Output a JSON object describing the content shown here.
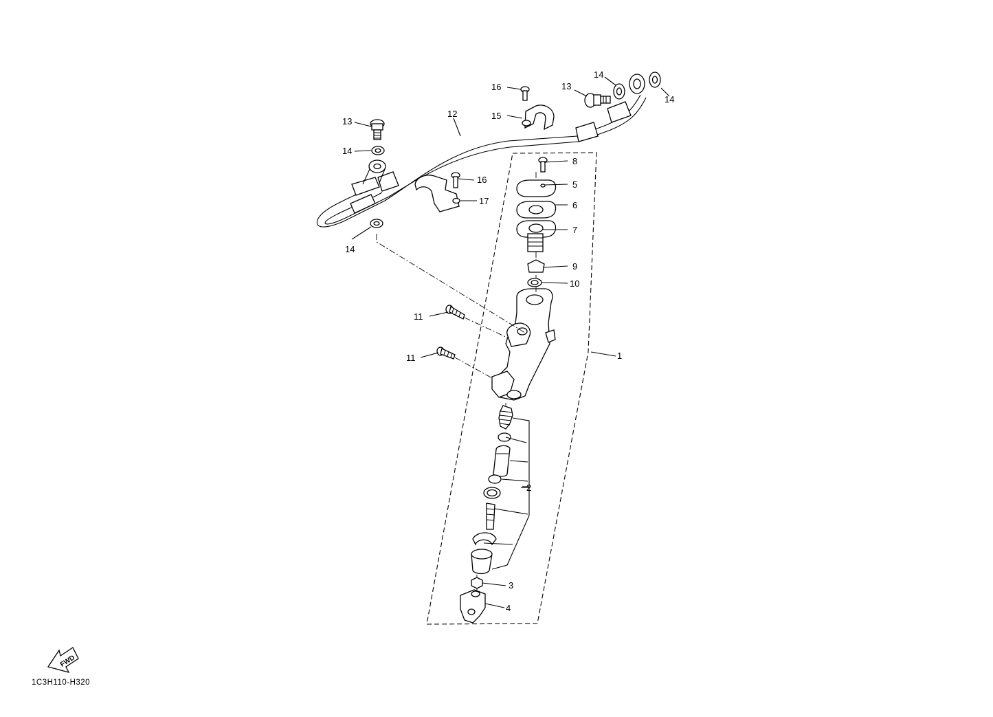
{
  "diagram": {
    "drawing_code": "1C3H110-H320",
    "direction_arrow_label": "FWD",
    "callouts": [
      {
        "id": "c1",
        "label": "1"
      },
      {
        "id": "c2",
        "label": "2"
      },
      {
        "id": "c3",
        "label": "3"
      },
      {
        "id": "c4",
        "label": "4"
      },
      {
        "id": "c5",
        "label": "5"
      },
      {
        "id": "c6",
        "label": "6"
      },
      {
        "id": "c7",
        "label": "7"
      },
      {
        "id": "c8",
        "label": "8"
      },
      {
        "id": "c9",
        "label": "9"
      },
      {
        "id": "c10",
        "label": "10"
      },
      {
        "id": "c11a",
        "label": "11"
      },
      {
        "id": "c11b",
        "label": "11"
      },
      {
        "id": "c12",
        "label": "12"
      },
      {
        "id": "c13a",
        "label": "13"
      },
      {
        "id": "c13b",
        "label": "13"
      },
      {
        "id": "c14a",
        "label": "14"
      },
      {
        "id": "c14b",
        "label": "14"
      },
      {
        "id": "c14c",
        "label": "14"
      },
      {
        "id": "c14d",
        "label": "14"
      },
      {
        "id": "c15",
        "label": "15"
      },
      {
        "id": "c16a",
        "label": "16"
      },
      {
        "id": "c16b",
        "label": "16"
      },
      {
        "id": "c17",
        "label": "17"
      }
    ]
  }
}
